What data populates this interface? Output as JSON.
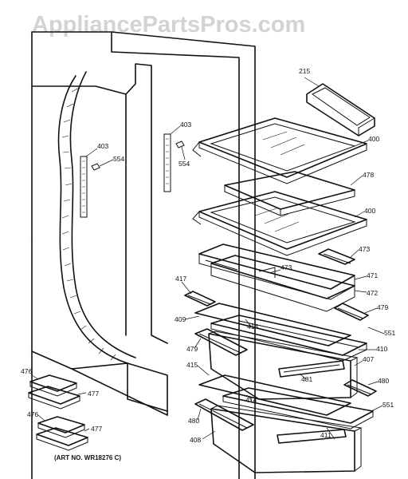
{
  "watermark": "AppliancePartsPros.com",
  "art_number": "(ART NO. WR18276 C)",
  "callouts": [
    {
      "id": "c215a",
      "label": "215"
    },
    {
      "id": "c400a",
      "label": "400"
    },
    {
      "id": "c478",
      "label": "478"
    },
    {
      "id": "c400b",
      "label": "400"
    },
    {
      "id": "c473a",
      "label": "473"
    },
    {
      "id": "c473b",
      "label": "473"
    },
    {
      "id": "c471",
      "label": "471"
    },
    {
      "id": "c472",
      "label": "472"
    },
    {
      "id": "c479a",
      "label": "479"
    },
    {
      "id": "c551a",
      "label": "551"
    },
    {
      "id": "c410",
      "label": "410"
    },
    {
      "id": "c407",
      "label": "407"
    },
    {
      "id": "c480a",
      "label": "480"
    },
    {
      "id": "c551b",
      "label": "551"
    },
    {
      "id": "c411",
      "label": "411"
    },
    {
      "id": "c403a",
      "label": "403"
    },
    {
      "id": "c554a",
      "label": "554"
    },
    {
      "id": "c403b",
      "label": "403"
    },
    {
      "id": "c554b",
      "label": "554"
    },
    {
      "id": "c417",
      "label": "417"
    },
    {
      "id": "c409",
      "label": "409"
    },
    {
      "id": "c414a",
      "label": "414"
    },
    {
      "id": "c479b",
      "label": "479"
    },
    {
      "id": "c415",
      "label": "415"
    },
    {
      "id": "c481",
      "label": "481"
    },
    {
      "id": "c414b",
      "label": "414"
    },
    {
      "id": "c480b",
      "label": "480"
    },
    {
      "id": "c408",
      "label": "408"
    },
    {
      "id": "c476a",
      "label": "476"
    },
    {
      "id": "c477a",
      "label": "477"
    },
    {
      "id": "c476b",
      "label": "476"
    },
    {
      "id": "c477b",
      "label": "477"
    }
  ]
}
